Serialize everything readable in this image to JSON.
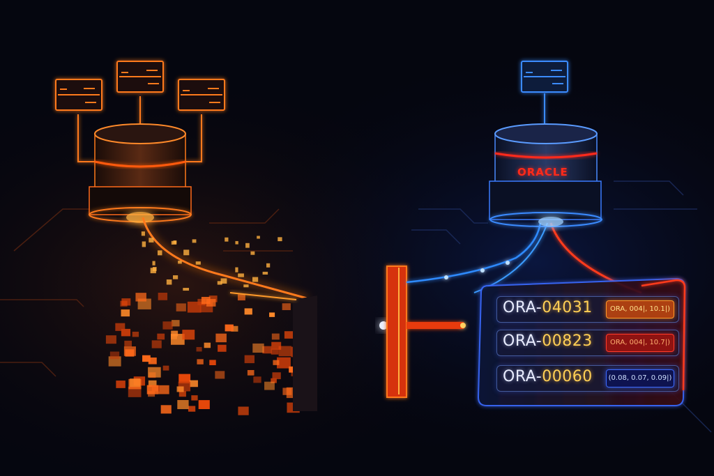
{
  "scene": {
    "title": "Database migration with Oracle error codes",
    "colors": {
      "background": "#05060f",
      "source_accent": "#ff7a1a",
      "target_accent": "#2f7bff",
      "error_red": "#ff2a1a",
      "code_yellow": "#ffcf55"
    }
  },
  "source_database": {
    "label": "",
    "icon": "database-cylinder-icon",
    "client_boxes": 3
  },
  "target_database": {
    "brand_label": "ORACLE",
    "icon": "database-cylinder-icon",
    "client_boxes": 1
  },
  "error_panel": {
    "rows": [
      {
        "prefix": "ORA-",
        "number": "04031",
        "tag": "ORA, 004|, 10.1|)",
        "tag_style": "orange"
      },
      {
        "prefix": "ORA-",
        "number": "00823",
        "tag": "ORA, 004|, 10.7|)",
        "tag_style": "red"
      },
      {
        "prefix": "ORA-",
        "number": "00060",
        "tag": "(0.08, 0.07, 0.09|)",
        "tag_style": "blue"
      }
    ]
  }
}
